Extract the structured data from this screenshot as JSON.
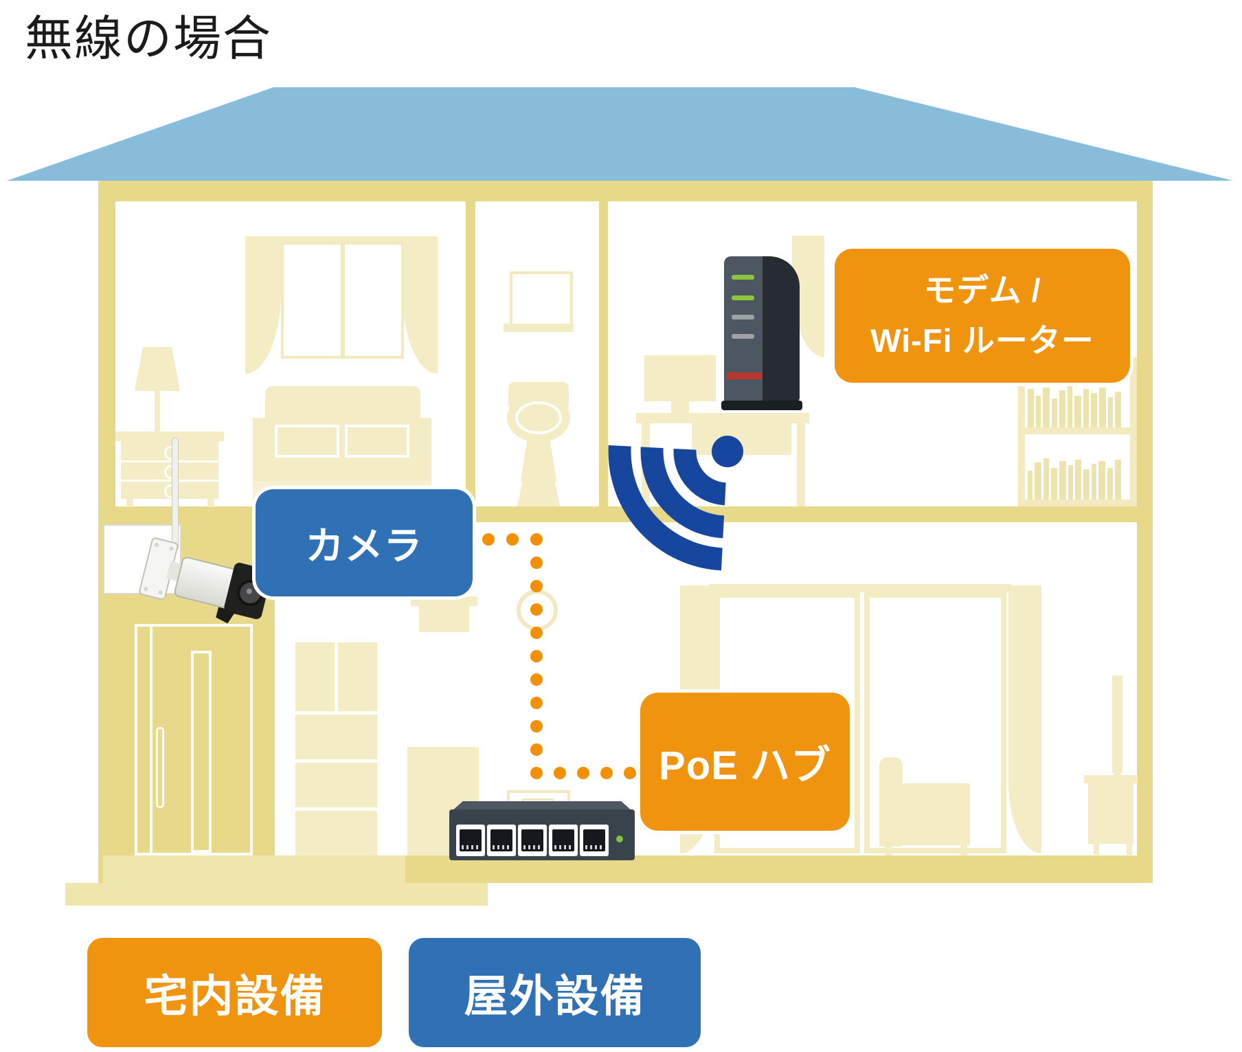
{
  "title": "無線の場合",
  "callouts": {
    "camera": {
      "label": "カメラ",
      "color": "#3070B5"
    },
    "modem_router": {
      "line1": "モデム /",
      "line2": "Wi-Fi ルーター",
      "color": "#F0930F"
    },
    "poe_hub": {
      "label": "PoE ハブ",
      "color": "#F0930F"
    }
  },
  "legend": {
    "indoor": {
      "label": "宅内設備",
      "color": "#F0930F"
    },
    "outdoor": {
      "label": "屋外設備",
      "color": "#3070B5"
    }
  },
  "colors": {
    "roof": "#87BCDB",
    "wall": "#E8D98A",
    "furniture": "#F4ECC4",
    "cable_dots": "#F29005",
    "wifi_signal": "#17469E"
  },
  "icons": {
    "camera_device": "security-camera-icon",
    "router_device": "wifi-router-icon",
    "poe_switch_device": "ethernet-switch-icon",
    "wifi_waves": "wifi-signal-icon",
    "house": "house-cutaway-icon"
  }
}
